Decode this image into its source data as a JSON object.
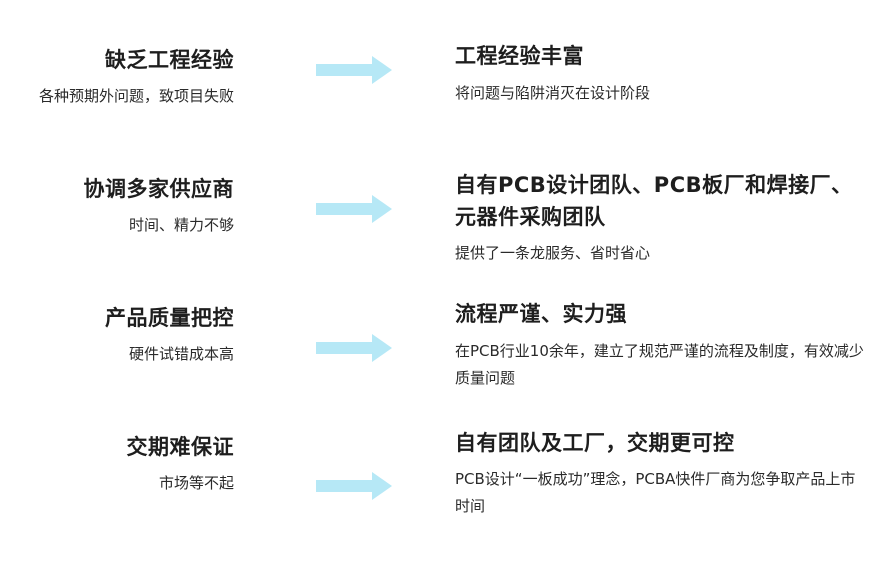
{
  "rows": [
    {
      "left_title": "缺乏工程经验",
      "left_sub": "各种预期外问题，致项目失败",
      "right_title": "工程经验丰富",
      "right_sub": "将问题与陷阱消灭在设计阶段"
    },
    {
      "left_title": "协调多家供应商",
      "left_sub": "时间、精力不够",
      "right_title": "自有PCB设计团队、PCB板厂和焊接厂、元器件采购团队",
      "right_sub": "提供了一条龙服务、省时省心"
    },
    {
      "left_title": "产品质量把控",
      "left_sub": "硬件试错成本高",
      "right_title": "流程严谨、实力强",
      "right_sub": "在PCB行业10余年，建立了规范严谨的流程及制度，有效减少质量问题"
    },
    {
      "left_title": "交期难保证",
      "left_sub": "市场等不起",
      "right_title": "自有团队及工厂，交期更可控",
      "right_sub": "PCB设计“一板成功”理念，PCBA快件厂商为您争取产品上市时间"
    }
  ],
  "colors": {
    "arrow": "#a9e4f5",
    "text": "#1e1e1e"
  },
  "icons": {
    "arrow": "right-arrow-icon"
  }
}
